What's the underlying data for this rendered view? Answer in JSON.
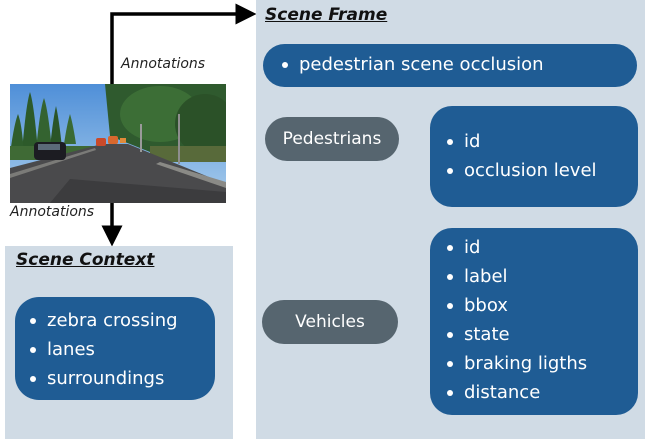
{
  "scene_frame": {
    "title": "Scene Frame",
    "scene_item": "pedestrian scene occlusion",
    "pedestrians": {
      "label": "Pedestrians",
      "attributes": [
        "id",
        "occlusion level"
      ]
    },
    "vehicles": {
      "label": "Vehicles",
      "attributes": [
        "id",
        "label",
        "bbox",
        "state",
        "braking ligths",
        "distance"
      ]
    }
  },
  "scene_context": {
    "title": "Scene Context",
    "items": [
      "zebra crossing",
      "lanes",
      "surroundings"
    ]
  },
  "annotations": {
    "top_label": "Annotations",
    "bottom_label": "Annotations"
  },
  "colors": {
    "panel": "#d0dbe5",
    "pill": "#1f5c94",
    "chip": "#56656f"
  }
}
